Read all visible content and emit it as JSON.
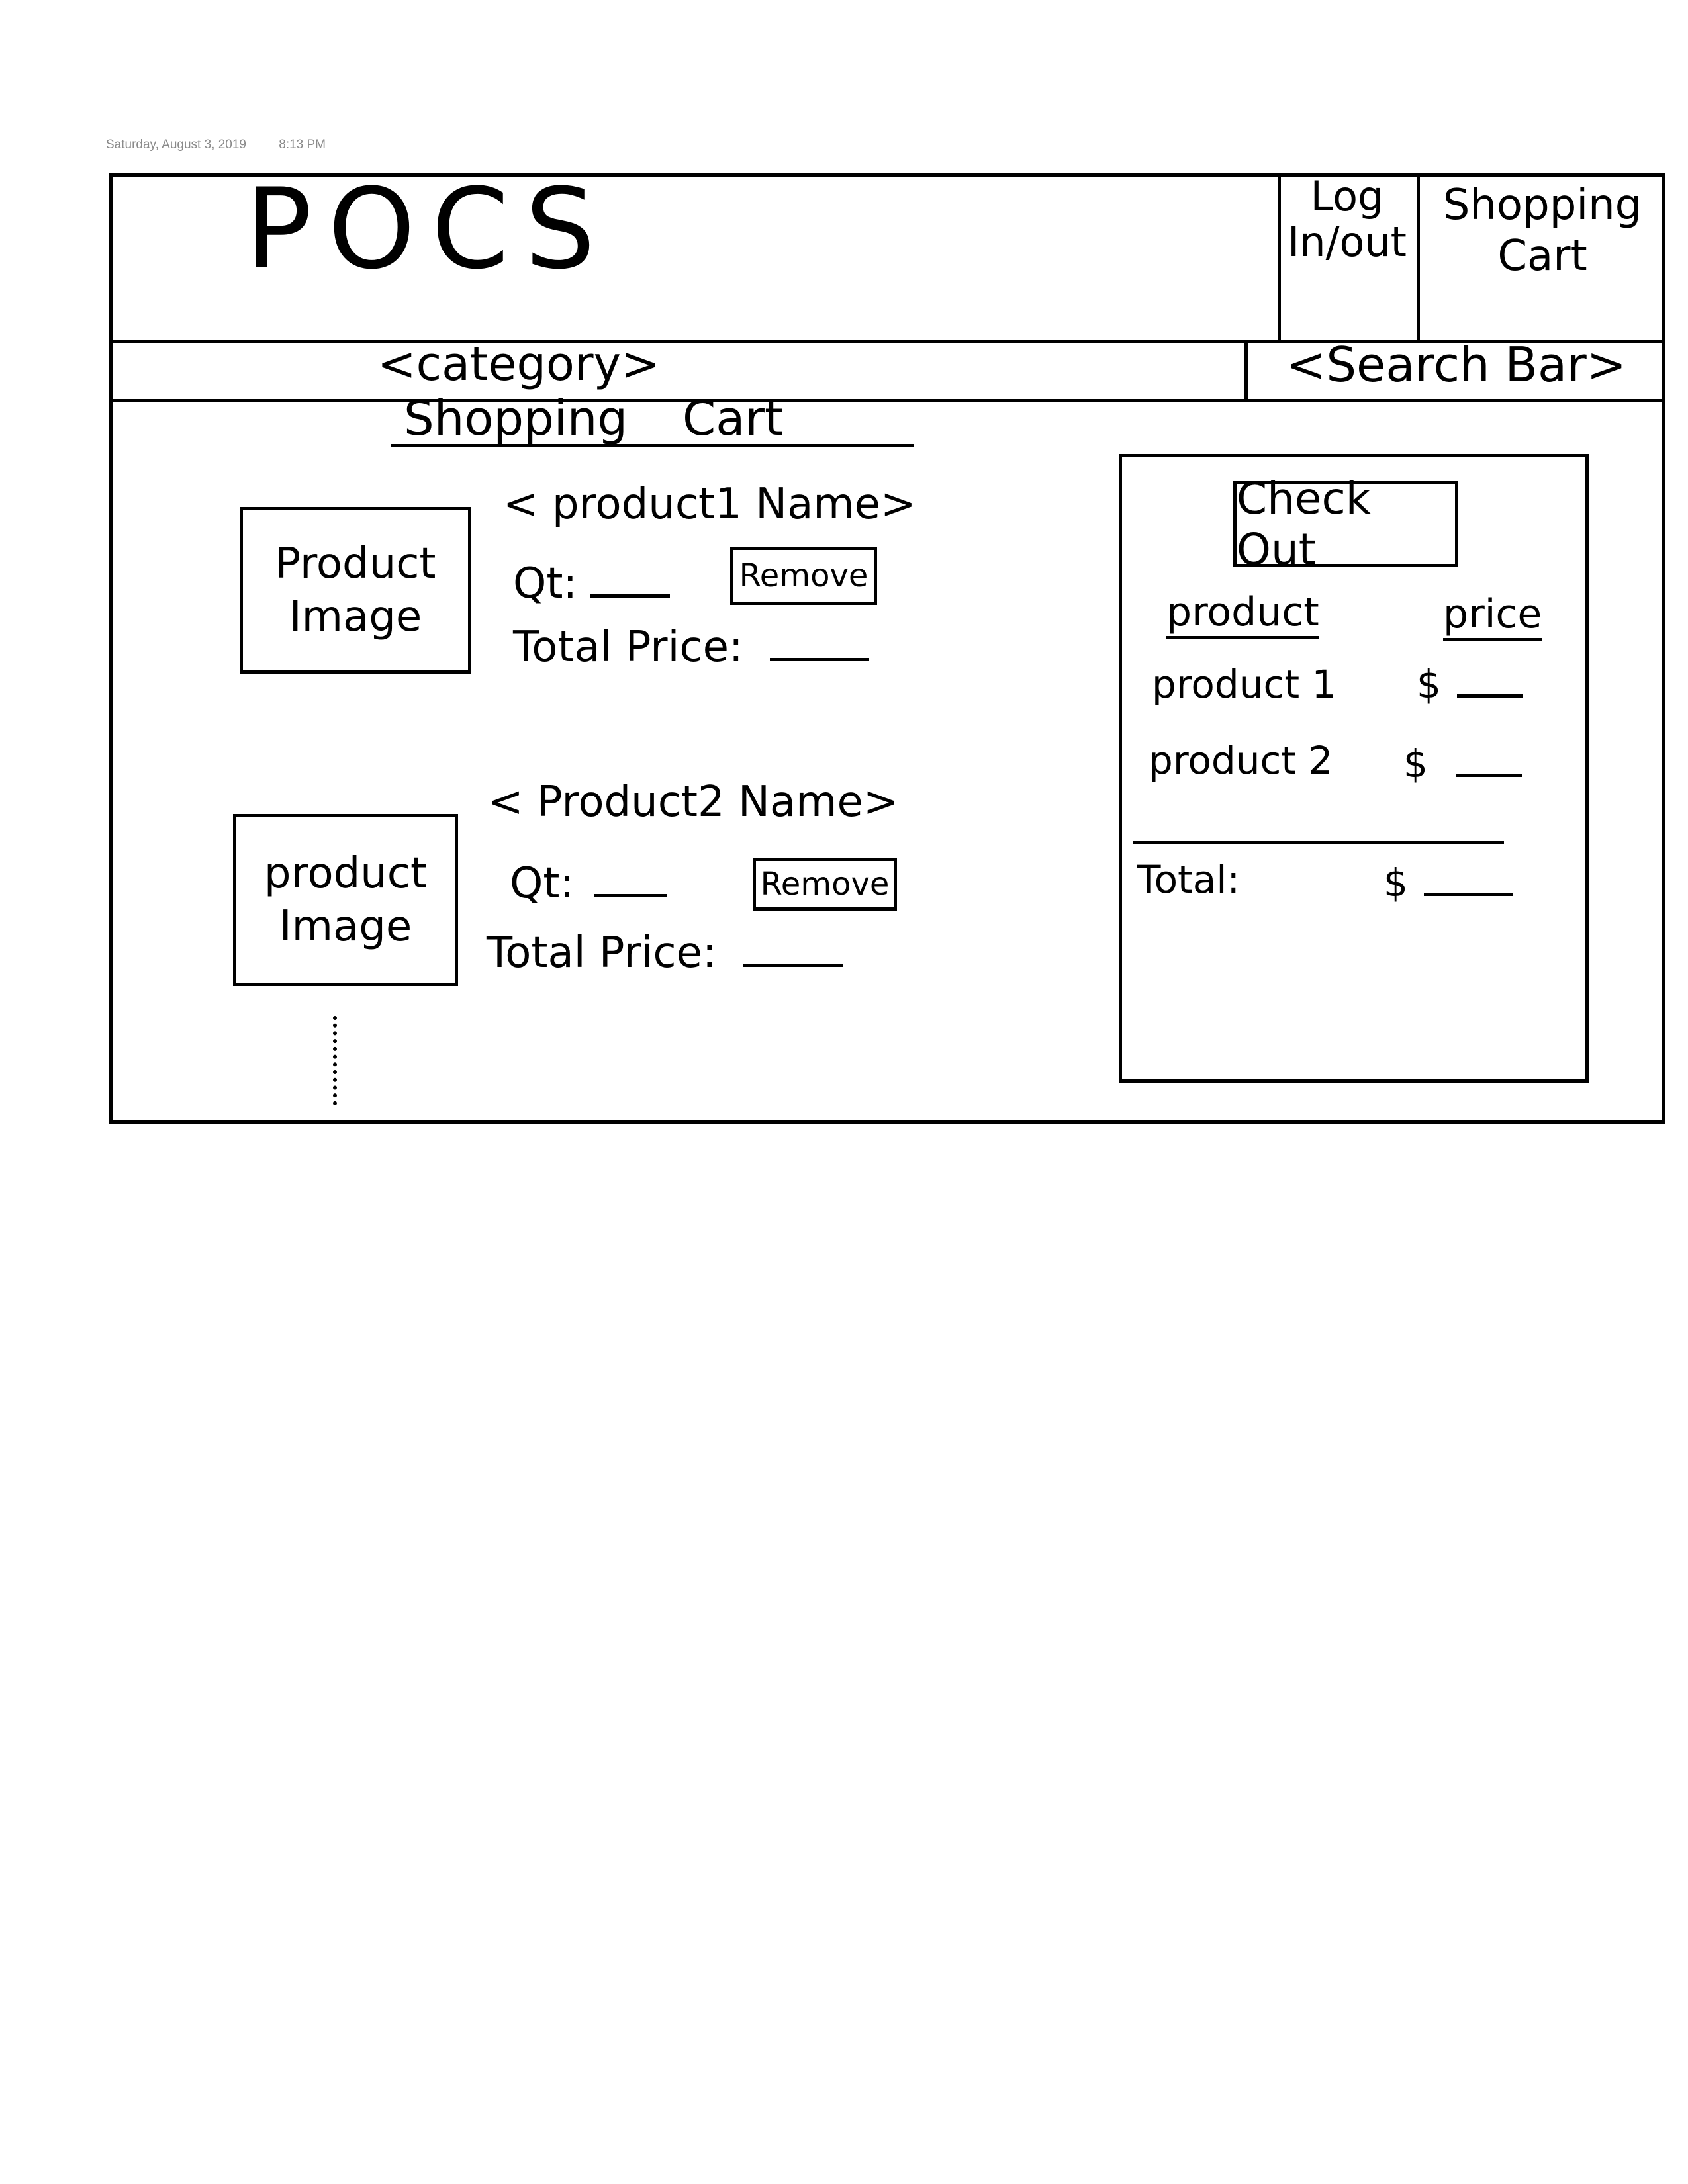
{
  "timestamp": {
    "date": "Saturday, August 3, 2019",
    "time": "8:13 PM"
  },
  "header": {
    "logo": "POCS",
    "login_label": "Log In/out",
    "cart_label": "Shopping Cart"
  },
  "nav": {
    "category": "<category>",
    "search_placeholder": "<Search Bar>"
  },
  "main": {
    "title": "Shopping Cart",
    "items": [
      {
        "image_label": "Product Image",
        "name": "< product1 Name>",
        "qty_label": "Qt:",
        "remove_label": "Remove",
        "total_label": "Total Price:"
      },
      {
        "image_label": "product Image",
        "name": "< Product2 Name>",
        "qty_label": "Qt:",
        "remove_label": "Remove",
        "total_label": "Total Price:"
      }
    ]
  },
  "summary": {
    "checkout_label": "Check Out",
    "col_product": "product",
    "col_price": "price",
    "rows": [
      {
        "product": "product 1",
        "price": "$"
      },
      {
        "product": "product 2",
        "price": "$"
      }
    ],
    "total_label": "Total:",
    "total_price": "$"
  }
}
